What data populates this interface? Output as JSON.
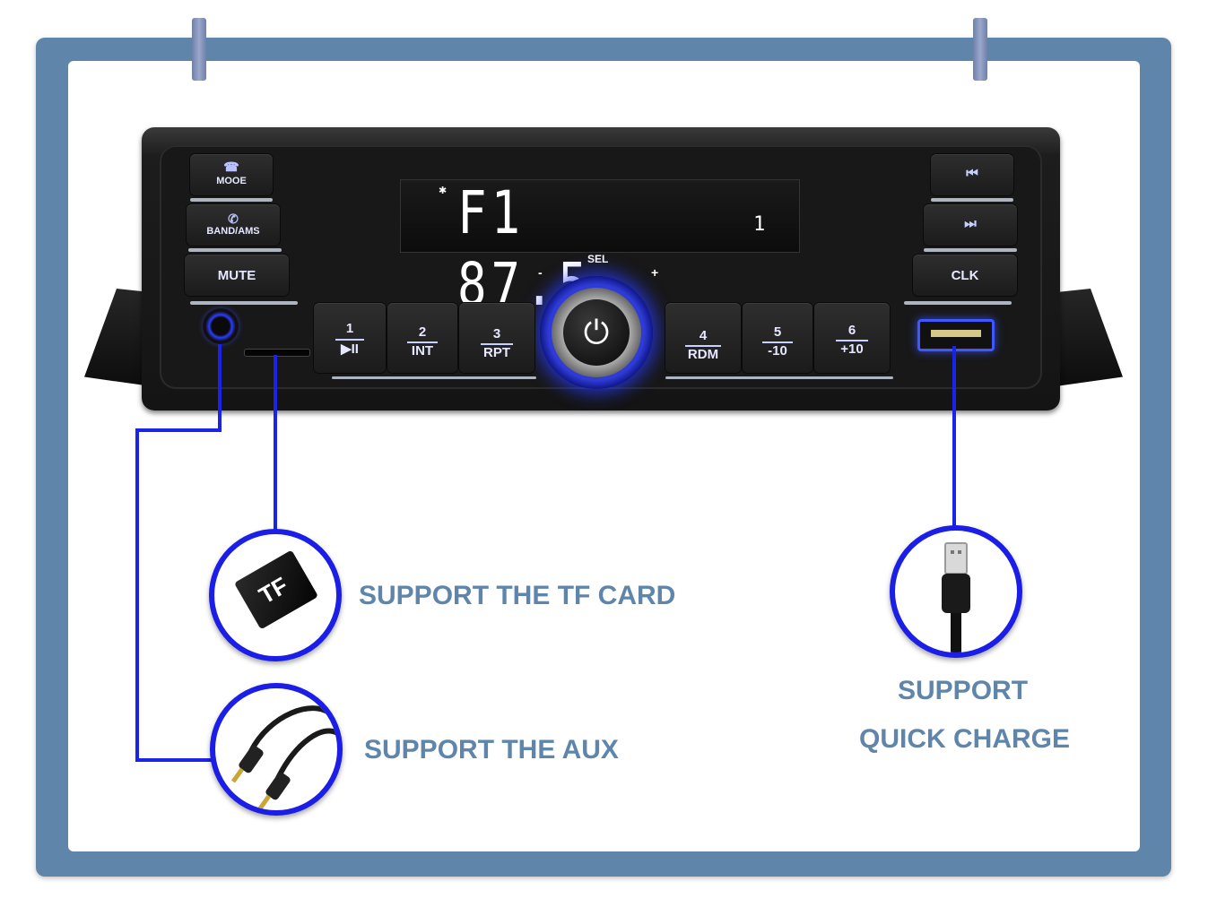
{
  "radio": {
    "buttons": {
      "mode": "MOOE",
      "band": "BAND/AMS",
      "mute": "MUTE",
      "prev": "⏮",
      "next": "⏭",
      "clk": "CLK",
      "preset1_num": "1",
      "preset1_sub": "▶II",
      "preset2_num": "2",
      "preset2_sub": "INT",
      "preset3_num": "3",
      "preset3_sub": "RPT",
      "preset4_num": "4",
      "preset4_sub": "RDM",
      "preset5_num": "5",
      "preset5_sub": "-10",
      "preset6_num": "6",
      "preset6_sub": "+10"
    },
    "display": {
      "main": "F1 87.5",
      "sub": "1"
    },
    "knob": {
      "sel": "SEL",
      "minus": "-",
      "plus": "+"
    }
  },
  "features": {
    "tf": {
      "label": "SUPPORT THE TF CARD",
      "card_text": "TF"
    },
    "aux": {
      "label": "SUPPORT THE AUX"
    },
    "usb": {
      "label_line1": "SUPPORT",
      "label_line2": "QUICK CHARGE"
    }
  },
  "colors": {
    "frame": "#5f86aa",
    "accent_blue": "#1a1ee6",
    "label": "#5f86aa"
  }
}
